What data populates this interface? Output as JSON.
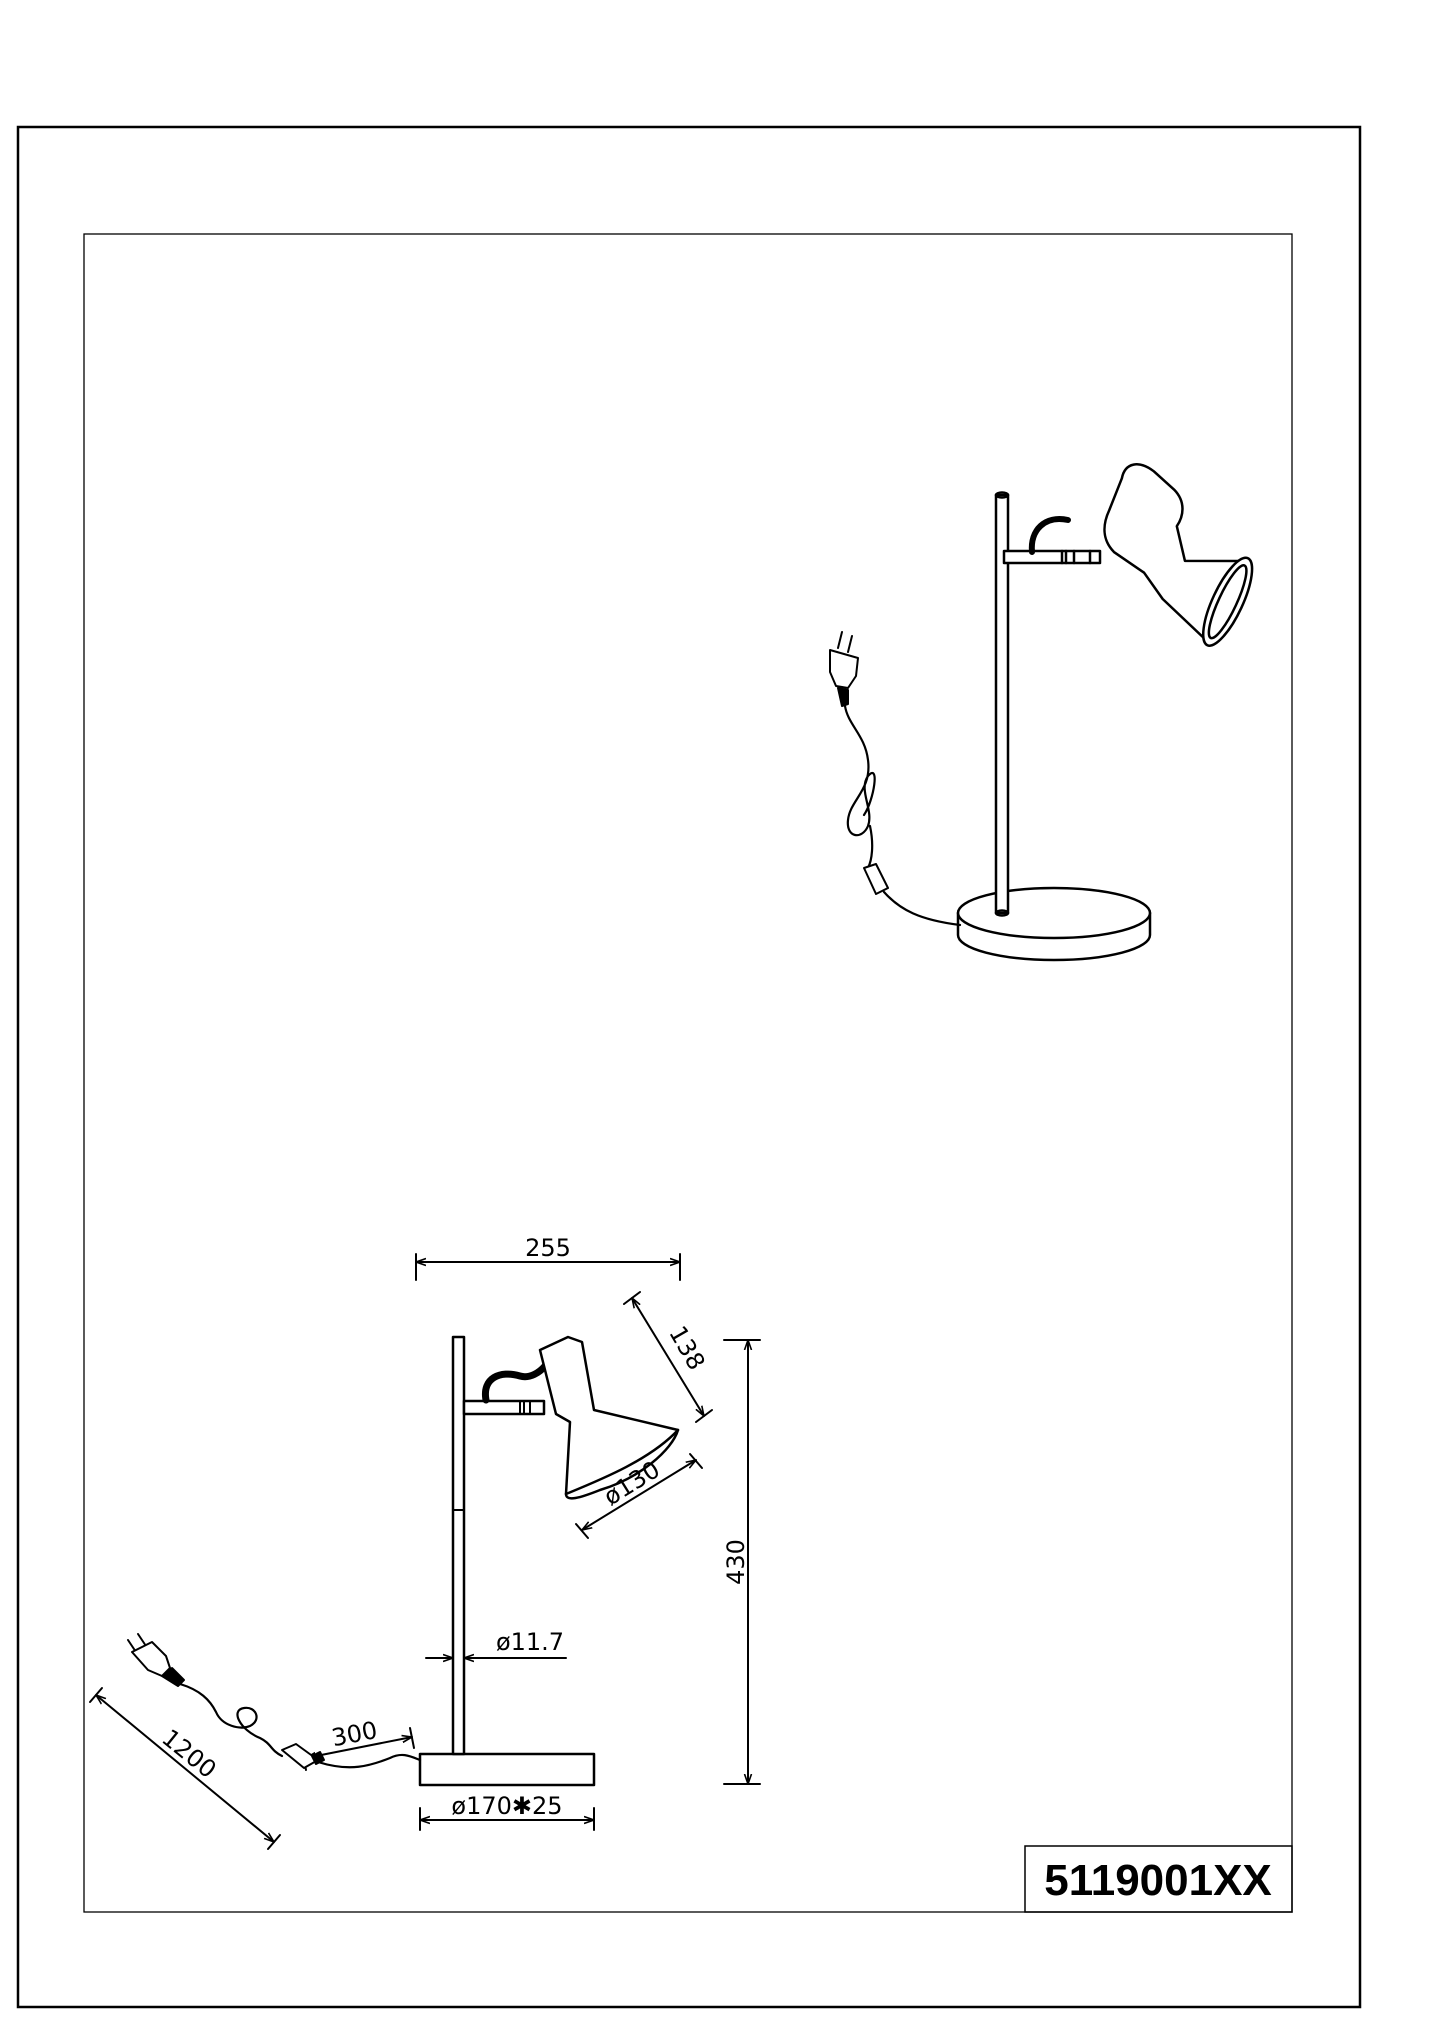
{
  "drawing": {
    "product_code": "5119001XX",
    "dimensions": {
      "width": "255",
      "shade_height": "138",
      "shade_diameter": "ø130",
      "total_height": "430",
      "rod_diameter": "ø11.7",
      "cable_to_switch": "300",
      "cable_length": "1200",
      "base": "ø170✱25"
    },
    "colors": {
      "line": "#000000",
      "background": "#ffffff",
      "shade_fill": "#ffffff"
    }
  }
}
